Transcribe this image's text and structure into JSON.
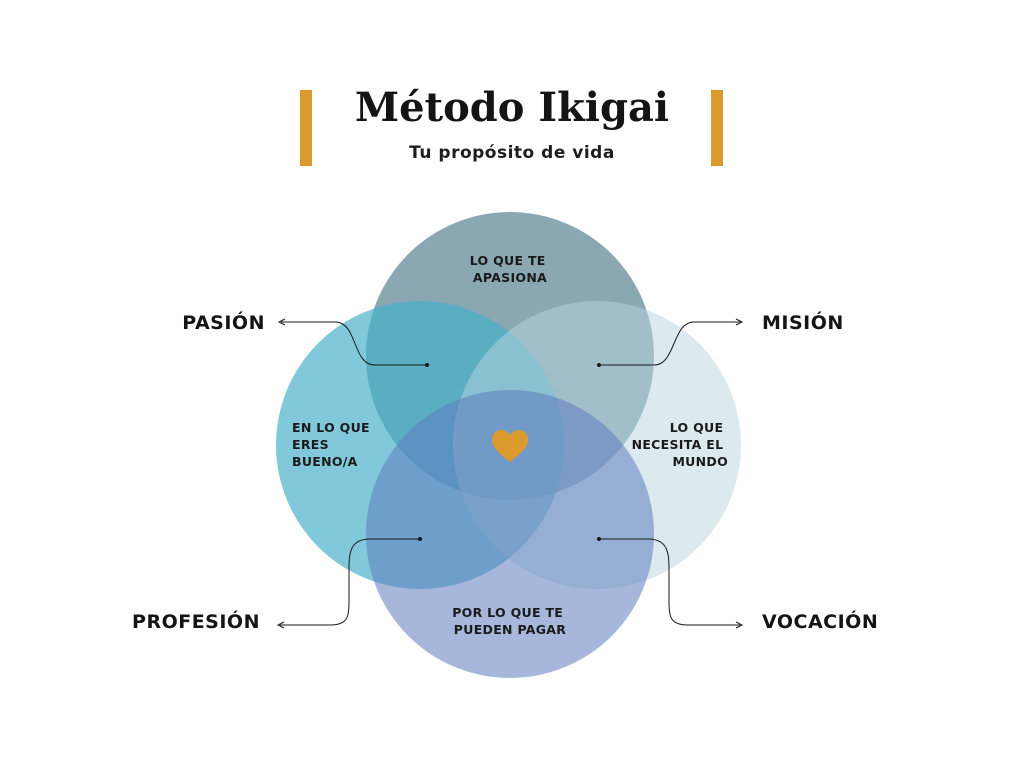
{
  "header": {
    "title": "Método Ikigai",
    "subtitle": "Tu propósito de vida"
  },
  "circles": {
    "top": {
      "lines": [
        "LO QUE TE",
        "APASIONA"
      ]
    },
    "left": {
      "lines": [
        "EN LO QUE",
        "ERES",
        "BUENO/A"
      ]
    },
    "right": {
      "lines": [
        "LO QUE",
        "NECESITA EL",
        "MUNDO"
      ]
    },
    "bottom": {
      "lines": [
        "POR LO QUE TE",
        "PUEDEN PAGAR"
      ]
    }
  },
  "outer_labels": {
    "pasion": "PASIÓN",
    "mision": "MISIÓN",
    "profesion": "PROFESIÓN",
    "vocacion": "VOCACIÓN"
  },
  "center_icon": "heart-icon",
  "colors": {
    "accent": "#DA9A2E",
    "circle_top": "#527E8E",
    "circle_left": "#45B0C8",
    "circle_right": "#B9D6DF",
    "circle_bottom": "#5D7CBE",
    "text": "#141414"
  }
}
